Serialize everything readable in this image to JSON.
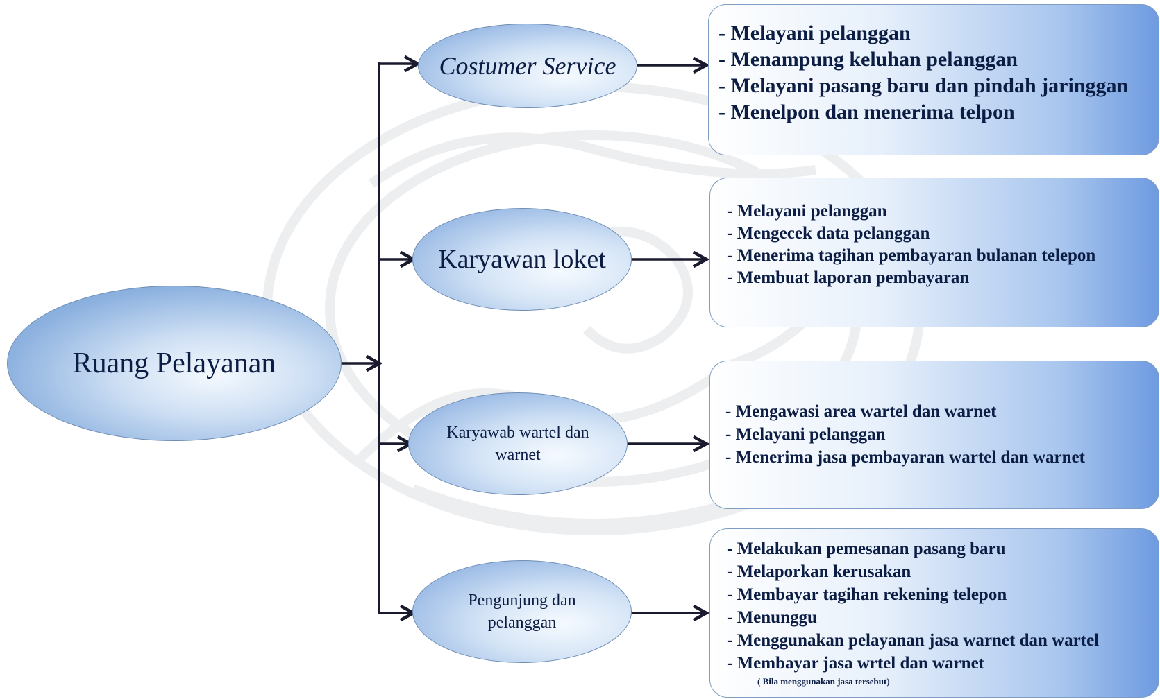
{
  "root": {
    "label": "Ruang Pelayanan"
  },
  "roles": [
    {
      "label": "Costumer Service",
      "duties": [
        "- Melayani pelanggan",
        "- Menampung keluhan pelanggan",
        "- Melayani pasang baru dan pindah jaringgan",
        "- Menelpon dan menerima telpon"
      ]
    },
    {
      "label": "Karyawan loket",
      "duties": [
        "- Melayani pelanggan",
        "- Mengecek data pelanggan",
        "- Menerima tagihan pembayaran bulanan telepon",
        "- Membuat laporan pembayaran"
      ]
    },
    {
      "label": "Karyawab wartel dan warnet",
      "duties": [
        "- Mengawasi area wartel dan warnet",
        "- Melayani pelanggan",
        "- Menerima jasa pembayaran wartel dan warnet"
      ]
    },
    {
      "label": "Pengunjung dan pelanggan",
      "duties": [
        "- Melakukan pemesanan pasang baru",
        "- Melaporkan kerusakan",
        "- Membayar tagihan rekening telepon",
        "- Menunggu",
        "- Menggunakan pelayanan jasa warnet dan wartel",
        "- Membayar jasa wrtel dan warnet"
      ],
      "note": "( Bila menggunakan jasa tersebut)"
    }
  ],
  "colors": {
    "line": "#1a1a2e",
    "oval_border": "#6f8db4",
    "box_gradient_end": "#6e9be0",
    "text": "#0c1d44"
  }
}
